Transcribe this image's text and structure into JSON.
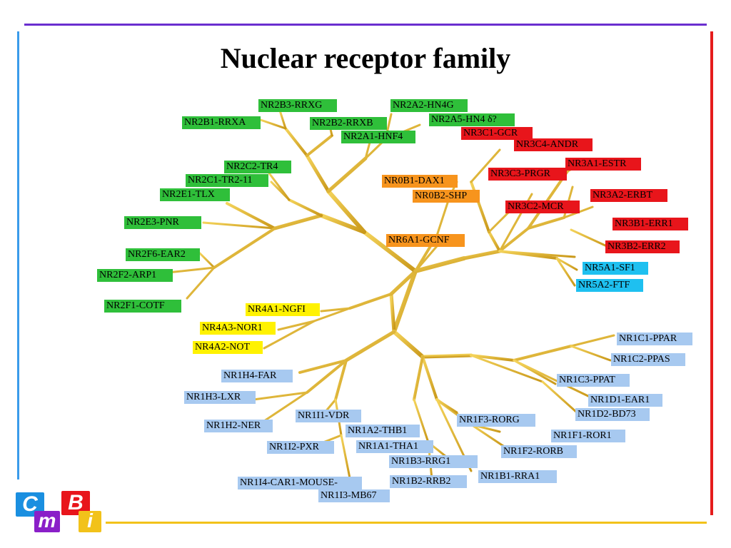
{
  "title": "Nuclear receptor family",
  "colors": {
    "green": "#2fbf3a",
    "orange": "#f7941d",
    "red": "#e8151b",
    "cyan": "#1ec0f0",
    "yellow": "#fff200",
    "blue": "#a7c9f0",
    "branch": "#e2b52a"
  },
  "labels": [
    {
      "id": "nr2b3",
      "text": "NR2B3-RRXG",
      "group": "green"
    },
    {
      "id": "nr2a2",
      "text": "NR2A2-HN4G",
      "group": "green"
    },
    {
      "id": "nr2b1",
      "text": "NR2B1-RRXA",
      "group": "green"
    },
    {
      "id": "nr2b2",
      "text": "NR2B2-RRXB",
      "group": "green"
    },
    {
      "id": "nr2a5",
      "text": "NR2A5-HN4 δ?",
      "group": "green"
    },
    {
      "id": "nr2a1",
      "text": "NR2A1-HNF4",
      "group": "green"
    },
    {
      "id": "nr3c1",
      "text": "NR3C1-GCR",
      "group": "red"
    },
    {
      "id": "nr3c4",
      "text": "NR3C4-ANDR",
      "group": "red"
    },
    {
      "id": "nr2c2",
      "text": "NR2C2-TR4",
      "group": "green"
    },
    {
      "id": "nr3a1",
      "text": "NR3A1-ESTR",
      "group": "red"
    },
    {
      "id": "nr2c1",
      "text": "NR2C1-TR2-11",
      "group": "green"
    },
    {
      "id": "nr0b1",
      "text": "NR0B1-DAX1",
      "group": "orange"
    },
    {
      "id": "nr3c3",
      "text": "NR3C3-PRGR",
      "group": "red"
    },
    {
      "id": "nr2e1",
      "text": "NR2E1-TLX",
      "group": "green"
    },
    {
      "id": "nr0b2",
      "text": "NR0B2-SHP",
      "group": "orange"
    },
    {
      "id": "nr3a2",
      "text": "NR3A2-ERBT",
      "group": "red"
    },
    {
      "id": "nr3c2",
      "text": "NR3C2-MCR",
      "group": "red"
    },
    {
      "id": "nr2e3",
      "text": "NR2E3-PNR",
      "group": "green"
    },
    {
      "id": "nr3b1",
      "text": "NR3B1-ERR1",
      "group": "red"
    },
    {
      "id": "nr6a1",
      "text": "NR6A1-GCNF",
      "group": "orange"
    },
    {
      "id": "nr3b2",
      "text": "NR3B2-ERR2",
      "group": "red"
    },
    {
      "id": "nr2f6",
      "text": "NR2F6-EAR2",
      "group": "green"
    },
    {
      "id": "nr5a1",
      "text": "NR5A1-SF1",
      "group": "cyan"
    },
    {
      "id": "nr2f2",
      "text": "NR2F2-ARP1",
      "group": "green"
    },
    {
      "id": "nr5a2",
      "text": "NR5A2-FTF",
      "group": "cyan"
    },
    {
      "id": "nr2f1",
      "text": "NR2F1-COTF",
      "group": "green"
    },
    {
      "id": "nr4a1",
      "text": "NR4A1-NGFI",
      "group": "yellow"
    },
    {
      "id": "nr4a3",
      "text": "NR4A3-NOR1",
      "group": "yellow"
    },
    {
      "id": "nr1c1",
      "text": "NR1C1-PPAR",
      "group": "blue"
    },
    {
      "id": "nr4a2",
      "text": "NR4A2-NOT",
      "group": "yellow"
    },
    {
      "id": "nr1c2",
      "text": "NR1C2-PPAS",
      "group": "blue"
    },
    {
      "id": "nr1h4",
      "text": "NR1H4-FAR",
      "group": "blue"
    },
    {
      "id": "nr1c3",
      "text": "NR1C3-PPAT",
      "group": "blue"
    },
    {
      "id": "nr1h3",
      "text": "NR1H3-LXR",
      "group": "blue"
    },
    {
      "id": "nr1d1",
      "text": "NR1D1-EAR1",
      "group": "blue"
    },
    {
      "id": "nr1i1",
      "text": "NR1I1-VDR",
      "group": "blue"
    },
    {
      "id": "nr1d2",
      "text": "NR1D2-BD73",
      "group": "blue"
    },
    {
      "id": "nr1h2",
      "text": "NR1H2-NER",
      "group": "blue"
    },
    {
      "id": "nr1f3",
      "text": "NR1F3-RORG",
      "group": "blue"
    },
    {
      "id": "nr1a2",
      "text": "NR1A2-THB1",
      "group": "blue"
    },
    {
      "id": "nr1f1",
      "text": "NR1F1-ROR1",
      "group": "blue"
    },
    {
      "id": "nr1i2",
      "text": "NR1I2-PXR",
      "group": "blue"
    },
    {
      "id": "nr1a1",
      "text": "NR1A1-THA1",
      "group": "blue"
    },
    {
      "id": "nr1f2",
      "text": "NR1F2-RORB",
      "group": "blue"
    },
    {
      "id": "nr1b3",
      "text": "NR1B3-RRG1",
      "group": "blue"
    },
    {
      "id": "nr1b1",
      "text": "NR1B1-RRA1",
      "group": "blue"
    },
    {
      "id": "nr1i4",
      "text": "NR1I4-CAR1-MOUSE-",
      "group": "blue"
    },
    {
      "id": "nr1b2",
      "text": "NR1B2-RRB2",
      "group": "blue"
    },
    {
      "id": "nr1i3",
      "text": "NR1I3-MB67",
      "group": "blue"
    }
  ],
  "logo": {
    "letters": [
      "C",
      "m",
      "B",
      "i"
    ],
    "colors": [
      "#1a8fe0",
      "#8a1fc8",
      "#e8151b",
      "#f2c21a"
    ]
  }
}
